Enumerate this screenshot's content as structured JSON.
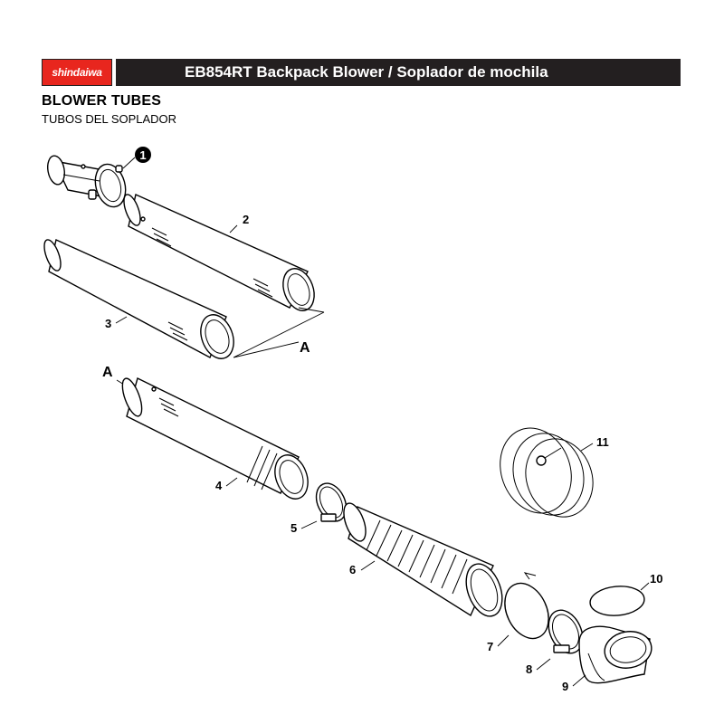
{
  "header": {
    "logo_text": "shindaiwa",
    "title": "EB854RT Backpack Blower / Soplador de mochila",
    "brand_color": "#e8261e",
    "bar_color": "#231f20"
  },
  "section": {
    "title": "BLOWER TUBES",
    "subtitle": "TUBOS DEL SOPLADOR"
  },
  "callouts": {
    "p1": "1",
    "p2": "2",
    "p3": "3",
    "p4": "4",
    "p5": "5",
    "p6": "6",
    "p7": "7",
    "p8": "8",
    "p9": "9",
    "p10": "10",
    "p11": "11",
    "ref_a_upper": "A",
    "ref_a_lower": "A"
  },
  "icons": {
    "logo": "shindaiwa-logo"
  }
}
